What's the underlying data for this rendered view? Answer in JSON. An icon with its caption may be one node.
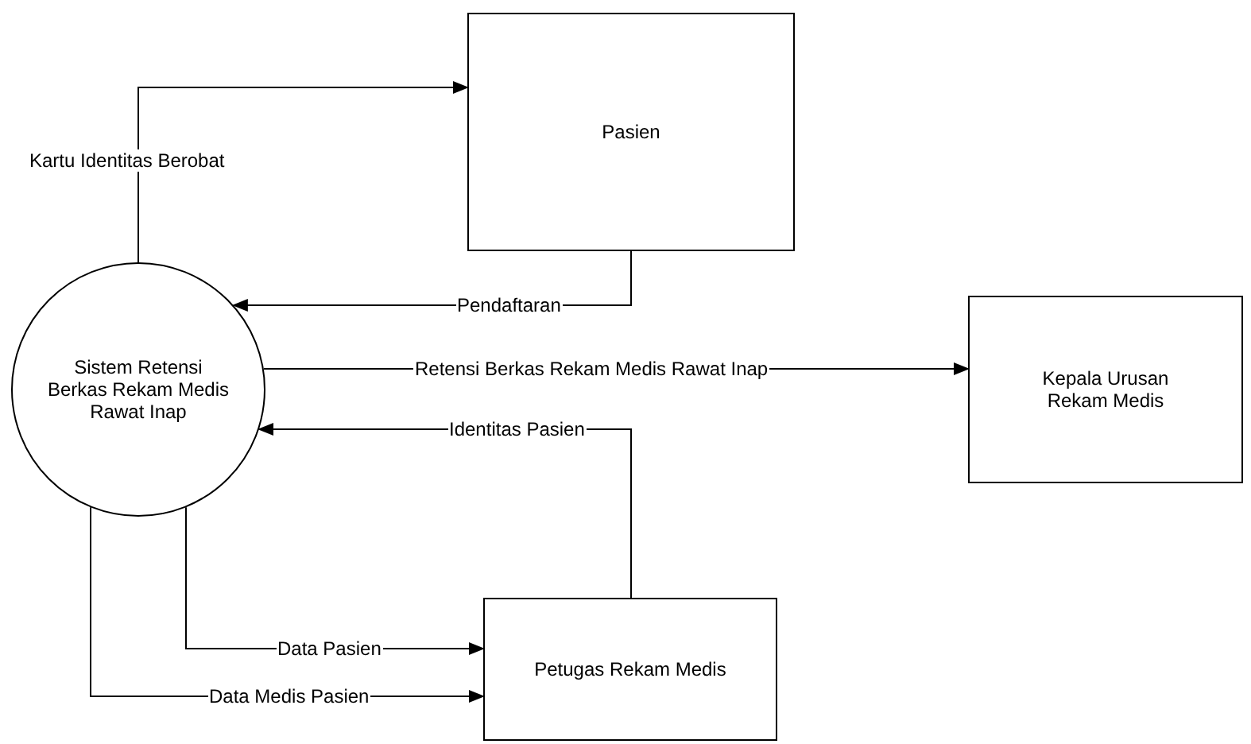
{
  "diagram": {
    "nodes": [
      {
        "text": [
          "Pasien"
        ]
      },
      {
        "text": [
          "Sistem Retensi Berkas Rekam Medis Rawat Inap"
        ]
      },
      {
        "text": [
          "Kepala Urusan Rekam Medis"
        ]
      },
      {
        "text": [
          "Petugas Rekam Medis"
        ]
      }
    ],
    "edges": [
      {
        "from": 1,
        "to": 0,
        "arrow": "to",
        "label": "Kartu Identitas Berobat"
      },
      {
        "from": 0,
        "to": 1,
        "arrow": "to",
        "label": "Pendaftaran"
      },
      {
        "from": 1,
        "to": 2,
        "arrow": "to",
        "label": "Retensi Berkas Rekam Medis Rawat Inap"
      },
      {
        "from": 3,
        "to": 1,
        "arrow": "to",
        "label": "Identitas Pasien"
      },
      {
        "from": 1,
        "to": 3,
        "arrow": "to",
        "label": "Data Pasien"
      },
      {
        "from": 1,
        "to": 3,
        "arrow": "to",
        "label": "Data Medis Pasien"
      }
    ]
  }
}
